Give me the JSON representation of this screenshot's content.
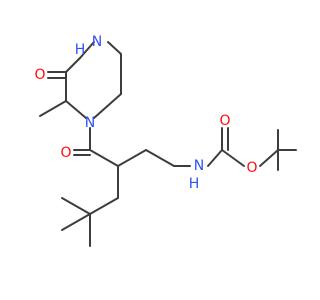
{
  "atoms": {
    "n_amide_ring": {
      "symbol": "N",
      "color": "#3050f8"
    },
    "n_nh_ring": {
      "symbol": "H",
      "symbol2": "N",
      "color": "#3050f8"
    },
    "o_lactam": {
      "symbol": "O",
      "color": "#ff0d0d"
    },
    "o_ketone": {
      "symbol": "O",
      "color": "#ff0d0d"
    },
    "n_carbamate": {
      "symbol": "H",
      "symbol2": "N",
      "color": "#3050f8"
    },
    "o_carbonyl": {
      "symbol": "O",
      "color": "#ff0d0d"
    },
    "o_ester": {
      "symbol": "O",
      "color": "#ff0d0d"
    }
  },
  "bond_color": "#3d3d3d"
}
